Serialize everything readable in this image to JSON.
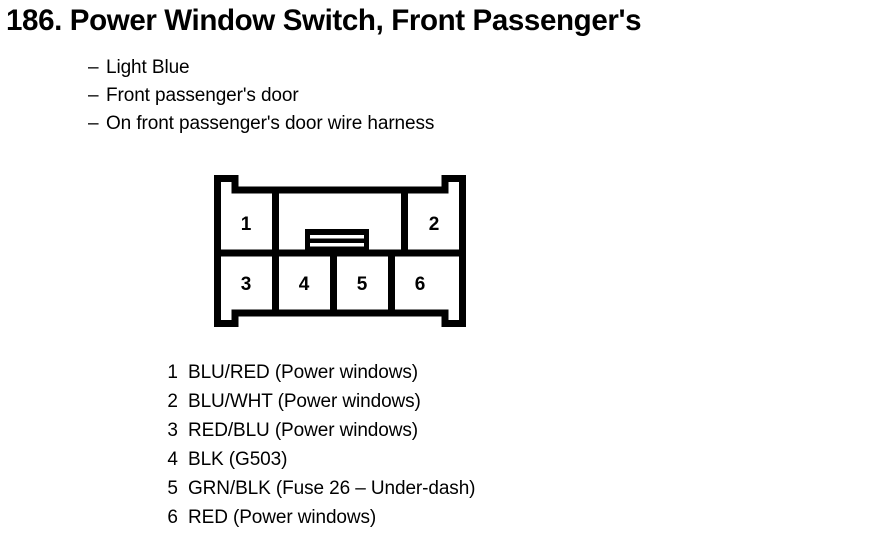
{
  "title": "186. Power Window Switch, Front Passenger's",
  "descriptions": {
    "dash": "–",
    "items": [
      "Light Blue",
      "Front passenger's door",
      "On front passenger's door wire harness"
    ]
  },
  "connector": {
    "name": "6-pin-connector",
    "top_row_pins": [
      "1",
      "2"
    ],
    "bottom_row_pins": [
      "3",
      "4",
      "5",
      "6"
    ],
    "latch": "center-latch-tab",
    "outline_color": "#000000",
    "fill_color": "#ffffff"
  },
  "pin_legend": [
    {
      "number": "1",
      "description": "BLU/RED (Power windows)"
    },
    {
      "number": "2",
      "description": "BLU/WHT (Power windows)"
    },
    {
      "number": "3",
      "description": "RED/BLU (Power windows)"
    },
    {
      "number": "4",
      "description": "BLK (G503)"
    },
    {
      "number": "5",
      "description": "GRN/BLK (Fuse 26 – Under-dash)"
    },
    {
      "number": "6",
      "description": "RED (Power windows)"
    }
  ]
}
